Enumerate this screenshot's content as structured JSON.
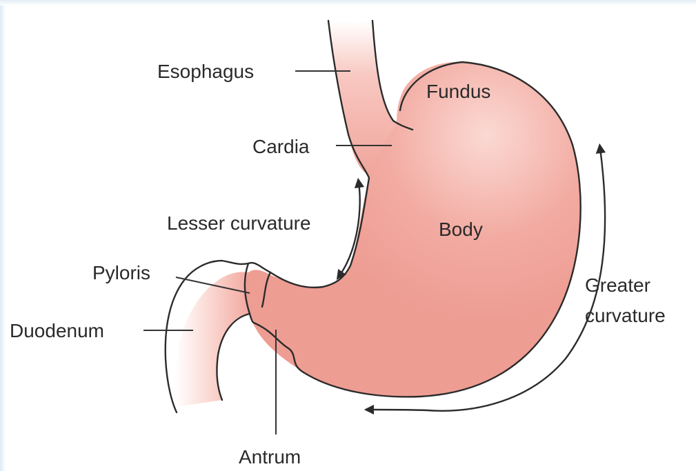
{
  "labels": {
    "esophagus": "Esophagus",
    "fundus": "Fundus",
    "cardia": "Cardia",
    "lesser_curvature": "Lesser curvature",
    "body": "Body",
    "pyloris": "Pyloris",
    "greater_curvature_line1": "Greater",
    "greater_curvature_line2": "curvature",
    "duodenum": "Duodenum",
    "antrum": "Antrum"
  },
  "colors": {
    "tissue": "#f0a59c",
    "tissue_light": "#fad3cc",
    "outline": "#2b2b2b",
    "leader": "#333333"
  }
}
